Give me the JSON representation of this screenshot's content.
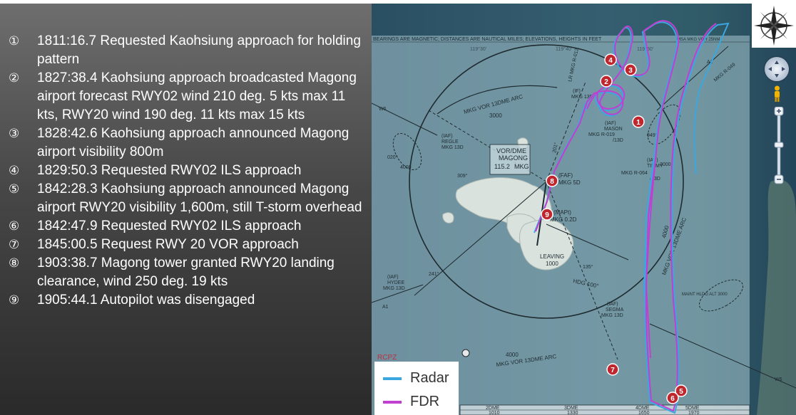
{
  "events": [
    {
      "num": "①",
      "text": "1811:16.7 Requested Kaohsiung approach for holding pattern"
    },
    {
      "num": "②",
      "text": "1827:38.4 Kaohsiung approach broadcasted Magong airport forecast RWY02 wind 210 deg. 5 kts max 11 kts, RWY20 wind 190 deg. 11 kts max 15 kts"
    },
    {
      "num": "③",
      "text": "1828:42.6 Kaohsiung approach announced Magong airport visibility 800m"
    },
    {
      "num": "④",
      "text": "1829:50.3 Requested RWY02 ILS approach"
    },
    {
      "num": "⑤",
      "text": "1842:28.3 Kaohsiung approach announced Magong airport RWY20 visibility 1,600m, still T-storm overhead"
    },
    {
      "num": "⑥",
      "text": "1842:47.9 Requested RWY02 ILS approach"
    },
    {
      "num": "⑦",
      "text": "1845:00.5 Request RWY 20 VOR approach"
    },
    {
      "num": "⑧",
      "text": "1903:38.7 Magong tower granted RWY20 landing clearance, wind 250 deg. 19 kts"
    },
    {
      "num": "⑨",
      "text": "1905:44.1 Autopilot was disengaged"
    }
  ],
  "legend": {
    "radar": {
      "label": "Radar",
      "color": "#3ba7e0"
    },
    "fdr": {
      "label": "FDR",
      "color": "#c040d0"
    }
  },
  "chart": {
    "header_note": "BEARINGS ARE MAGNETIC; DISTANCES ARE NAUTICAL MILES; ELEVATIONS, HEIGHTS IN FEET",
    "header_code": "MSA MKG VOR 25NM",
    "lat1": "119°30'",
    "lat2": "119°40'",
    "lat3": "119°50'",
    "arc_label": "MKG VOR 13DME ARC",
    "arc_alt": "3000",
    "arc_label_bottom": "MKG VOR 13DME ARC",
    "arc_alt_bottom": "4000",
    "arc_label_right": "MKG VOR 13DME ARC",
    "arc_alt_right": "4000",
    "vor_label": "VOR/DME",
    "vor_name": "MAGONG",
    "vor_freq": "115.2",
    "vor_ident": "MKG",
    "iaf_regle": "(IAF)",
    "regle_name": "REGLE",
    "regle_dist": "MKG 13D",
    "if_label": "(IF)",
    "if_dist": "MKG 13D",
    "mason_label": "(IAF)",
    "mason_name": "MASON",
    "mason_radial": "MKG R-019",
    "mason_dist": "/13D",
    "timmy_label": "(IAF)",
    "timmy_name": "TIMMY",
    "timmy_radial": "MKG R-064",
    "timmy_dist": "/13D",
    "faf_label": "(FAF)",
    "faf_dist": "MKG 5D",
    "mapt_label": "(MAPt)",
    "mapt_dist": "MKG 0.2D",
    "leaving": "LEAVING",
    "leaving_alt": "1000",
    "hdg": "HDG 100°",
    "hydee_label": "(IAF)",
    "hydee_name": "HYDEE",
    "hydee_dist": "MKG 13D",
    "segma_label": "(IAF)",
    "segma_name": "SEGMA",
    "segma_dist": "MKG 13D",
    "maint_hldg": "MAINT HLDG ALT 3000",
    "w6": "W6",
    "w6b": "W6",
    "a1": "A1",
    "a1b": "A1",
    "r012": "LR MKG R-012",
    "r049": "MKG R-049",
    "r201": "201°",
    "r309": "309°",
    "r241": "241°",
    "r135": "135°",
    "r049b": "049°",
    "r020": "020°",
    "alt_4000": "4000",
    "alt_3000": "3000",
    "dme_2": "2DME",
    "dme_3": "3DME",
    "dme_4": "4DME",
    "dme_5": "5DME",
    "alt_1010": "1010",
    "alt_1330": "1330",
    "alt_1650": "1650",
    "alt_1970": "1970",
    "rcpz": "RCPZ",
    "markers": [
      "1",
      "2",
      "3",
      "4",
      "5",
      "6",
      "7",
      "8",
      "9"
    ]
  }
}
